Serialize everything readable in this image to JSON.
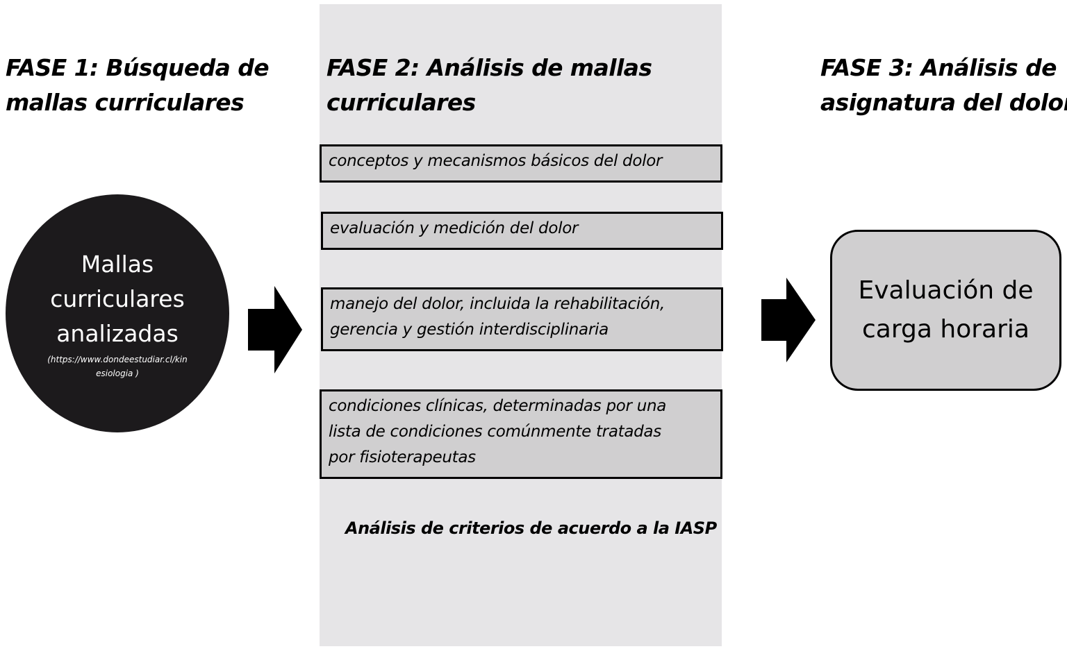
{
  "phase1": {
    "title_lines": [
      "FASE 1: Búsqueda de",
      "mallas curriculares"
    ],
    "circle": {
      "label_lines": [
        "Mallas",
        "curriculares",
        "analizadas"
      ],
      "url": "(https://www.dondeestudiar.cl/kinesiologia )"
    }
  },
  "phase2": {
    "title_lines": [
      "FASE 2: Análisis de mallas",
      "curriculares"
    ],
    "criteria": [
      {
        "lines": [
          "conceptos y mecanismos básicos del dolor"
        ]
      },
      {
        "lines": [
          "evaluación y medición del dolor"
        ]
      },
      {
        "lines": [
          "manejo del dolor, incluida la rehabilitación,",
          "gerencia y gestión interdisciplinaria"
        ]
      },
      {
        "lines": [
          "condiciones clínicas, determinadas por una",
          "lista de condiciones comúnmente tratadas",
          "por fisioterapeutas"
        ]
      }
    ],
    "caption": "Análisis de criterios de acuerdo a la IASP"
  },
  "phase3": {
    "title_lines": [
      "FASE 3: Análisis de",
      "asignatura del dolor"
    ],
    "result_lines": [
      "Evaluación de",
      "carga horaria"
    ]
  },
  "arrows": [
    {
      "icon": "right-arrow-icon",
      "color": "#000000"
    },
    {
      "icon": "right-arrow-icon",
      "color": "#000000"
    }
  ],
  "colors": {
    "band": "#e6e5e7",
    "box_fill": "#d0cfd0",
    "circle_fill": "#1c1a1c"
  }
}
